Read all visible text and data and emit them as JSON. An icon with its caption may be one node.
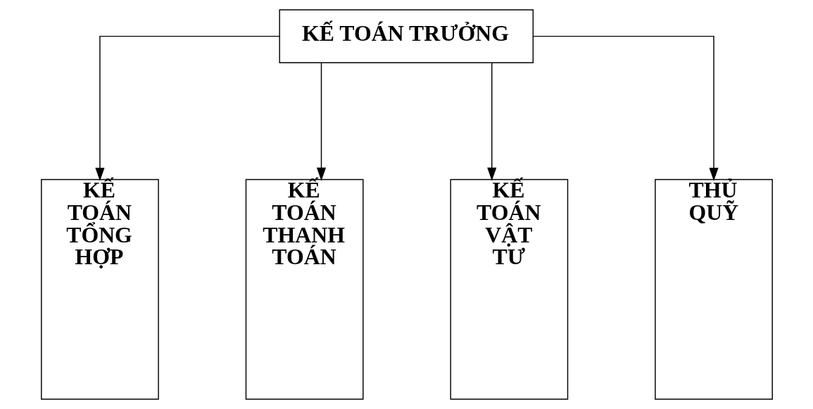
{
  "diagram": {
    "nodes": [
      {
        "text": [
          "KẾ TOÁN TRƯỞNG"
        ]
      },
      {
        "text": [
          "KẾ TOÁN TỔNG HỢP"
        ]
      },
      {
        "text": [
          "KẾ TOÁN THANH TOÁN"
        ]
      },
      {
        "text": [
          "KẾ TOÁN VẬT TƯ"
        ]
      },
      {
        "text": [
          "THỦ QUỸ"
        ]
      }
    ],
    "edges": [
      {
        "from": 0,
        "to": 1,
        "arrow": "to"
      },
      {
        "from": 0,
        "to": 2,
        "arrow": "to"
      },
      {
        "from": 0,
        "to": 3,
        "arrow": "to"
      },
      {
        "from": 0,
        "to": 4,
        "arrow": "to"
      }
    ]
  }
}
